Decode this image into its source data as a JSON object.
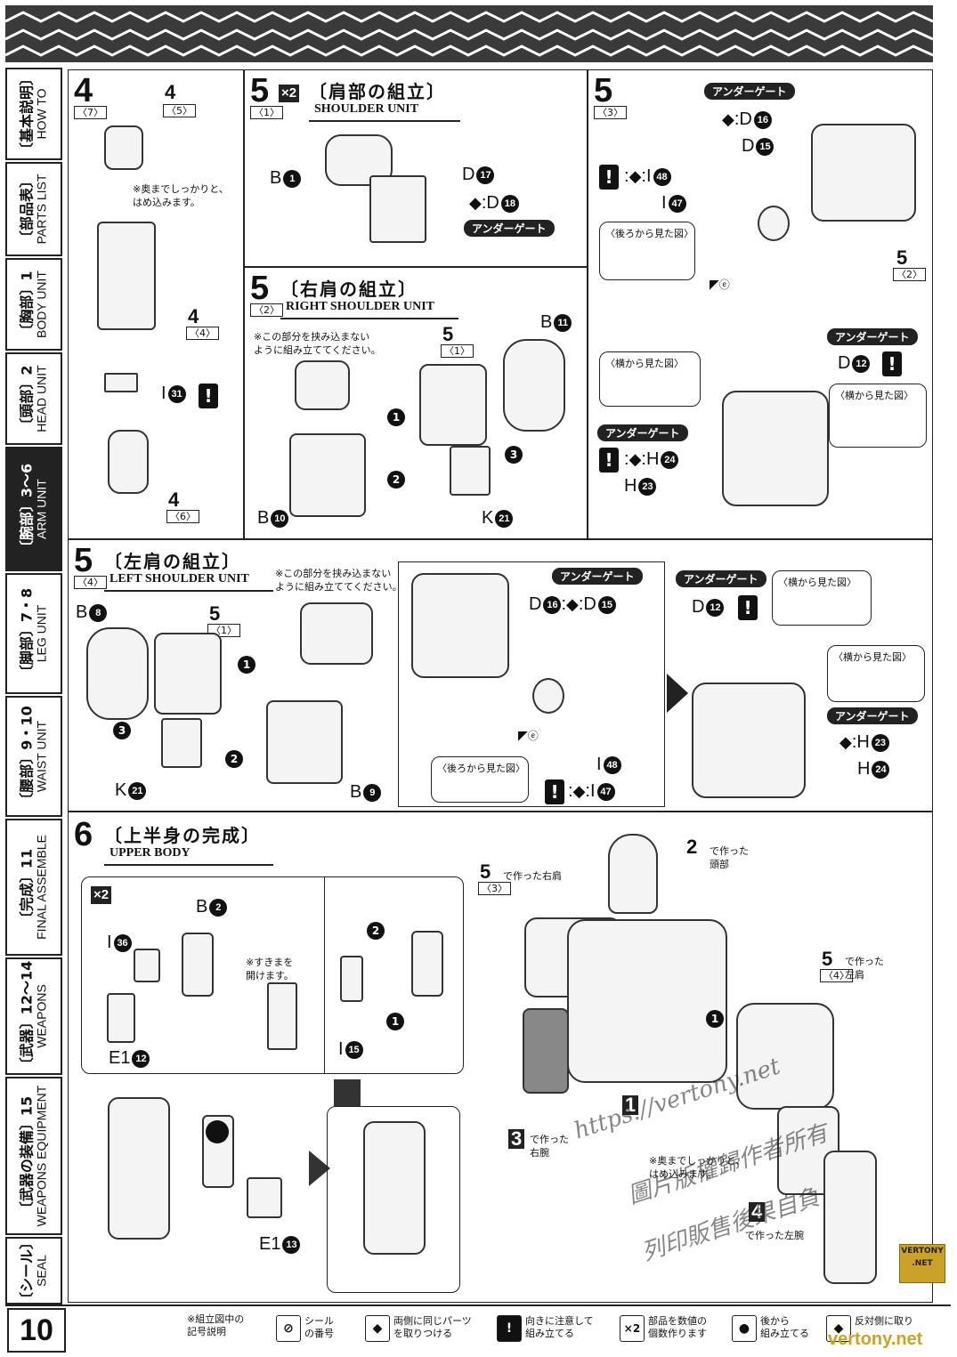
{
  "page": {
    "number": "10"
  },
  "sidebar": {
    "tabs": [
      {
        "jp": "〔基本説明〕",
        "en": "HOW TO"
      },
      {
        "jp": "〔部品表〕",
        "en": "PARTS LIST"
      },
      {
        "jp": "〔胸部〕1",
        "en": "BODY UNIT"
      },
      {
        "jp": "〔頭部〕2",
        "en": "HEAD UNIT"
      },
      {
        "jp": "〔腕部〕3〜6",
        "en": "ARM UNIT"
      },
      {
        "jp": "〔脚部〕7・8",
        "en": "LEG UNIT"
      },
      {
        "jp": "〔腰部〕9・10",
        "en": "WAIST UNIT"
      },
      {
        "jp": "〔完成〕11",
        "en": "FINAL ASSEMBLE"
      },
      {
        "jp": "〔武器〕12〜14",
        "en": "WEAPONS"
      },
      {
        "jp": "〔武器の装備〕15",
        "en": "WEAPONS EQUIPMENT"
      },
      {
        "jp": "〔シール〕",
        "en": "SEAL"
      }
    ]
  },
  "step4": {
    "num": "4",
    "sub": "〈7〉",
    "ref_top": {
      "num": "4",
      "sub": "〈5〉"
    },
    "ref_mid": {
      "num": "4",
      "sub": "〈4〉"
    },
    "ref_bot": {
      "num": "4",
      "sub": "〈6〉"
    },
    "note": "※奥までしっかりと、\nはめ込みます。",
    "part_i": "I",
    "part_i_num": "31"
  },
  "step5_1": {
    "num": "5",
    "sub": "〈1〉",
    "mult": "×2",
    "title_jp": "〔肩部の組立〕",
    "title_en": "SHOULDER UNIT",
    "b": "B",
    "b_num": "1",
    "d1": "D",
    "d1_num": "17",
    "d2": "D",
    "d2_num": "18",
    "gate": "アンダーゲート"
  },
  "step5_2": {
    "num": "5",
    "sub": "〈2〉",
    "title_jp": "〔右肩の組立〕",
    "title_en": "RIGHT SHOULDER UNIT",
    "note": "※この部分を挟み込まない\nように組み立ててください。",
    "ref": {
      "num": "5",
      "sub": "〈1〉"
    },
    "b11": "B",
    "b11_num": "11",
    "b10": "B",
    "b10_num": "10",
    "k": "K",
    "k_num": "21",
    "arrows": [
      "1",
      "2",
      "3"
    ]
  },
  "step5_3": {
    "num": "5",
    "sub": "〈3〉",
    "gate1": "アンダーゲート",
    "d16": "D",
    "d16_num": "16",
    "d15": "D",
    "d15_num": "15",
    "i48": "I",
    "i48_num": "48",
    "i47": "I",
    "i47_num": "47",
    "view_back": "〈後ろから見た図〉",
    "ref": {
      "num": "5",
      "sub": "〈2〉"
    },
    "gate2": "アンダーゲート",
    "d12": "D",
    "d12_num": "12",
    "view_side1": "〈横から見た図〉",
    "view_side2": "〈横から見た図〉",
    "gate3": "アンダーゲート",
    "h24": "H",
    "h24_num": "24",
    "h23": "H",
    "h23_num": "23"
  },
  "step5_4": {
    "num": "5",
    "sub": "〈4〉",
    "title_jp": "〔左肩の組立〕",
    "title_en": "LEFT SHOULDER UNIT",
    "note": "※この部分を挟み込まない\nように組み立ててください。",
    "ref": {
      "num": "5",
      "sub": "〈1〉"
    },
    "b8": "B",
    "b8_num": "8",
    "b9": "B",
    "b9_num": "9",
    "k": "K",
    "k_num": "21",
    "gate1": "アンダーゲート",
    "d16": "D",
    "d16_num": "16",
    "d15": "D",
    "d15_num": "15",
    "view_back": "〈後ろから見た図〉",
    "i48": "I",
    "i48_num": "48",
    "i47": "I",
    "i47_num": "47",
    "gate2": "アンダーゲート",
    "d12": "D",
    "d12_num": "12",
    "view_side1": "〈横から見た図〉",
    "view_side2": "〈横から見た図〉",
    "gate3": "アンダーゲート",
    "h23": "H",
    "h23_num": "23",
    "h24": "H",
    "h24_num": "24"
  },
  "step6": {
    "num": "6",
    "title_jp": "〔上半身の完成〕",
    "title_en": "UPPER BODY",
    "mult": "×2",
    "b2": "B",
    "b2_num": "2",
    "i36": "I",
    "i36_num": "36",
    "e12": "E1",
    "e12_num": "12",
    "gap_note": "※すきまを\n開けます。",
    "i15": "I",
    "i15_num": "15",
    "e13": "E1",
    "e13_num": "13",
    "head_ref": {
      "num": "2",
      "text": "で作った\n頭部"
    },
    "rshoulder_ref": {
      "num": "5",
      "sub": "〈3〉",
      "text": "で作った右肩"
    },
    "lshoulder_ref": {
      "num": "5",
      "sub": "〈4〉",
      "text": "で作った\n左肩"
    },
    "body_ref": {
      "num": "1"
    },
    "rarm_ref": {
      "num": "3",
      "text": "で作った\n右腕"
    },
    "larm_ref": {
      "num": "4",
      "text": "で作った左腕"
    },
    "deep_note": "※奥までしっかりと、\nはめ込みます。"
  },
  "watermark": {
    "line1": "https://vertony.net",
    "line2": "圖片版權歸作者所有",
    "line3": "列印販售後果自負",
    "logo1": "VERTONY",
    "logo2": ".NET",
    "footer_brand": "vertony.net"
  },
  "legend": {
    "title": "※組立図中の\n記号説明",
    "items": [
      {
        "icon": "⊘",
        "text": "シール\nの番号"
      },
      {
        "icon": "◆",
        "text": "両側に同じパーツ\nを取りつける"
      },
      {
        "icon": "!",
        "text": "向きに注意して\n組み立てる"
      },
      {
        "icon": "×2",
        "text": "部品を数値の\n個数作ります"
      },
      {
        "icon": "●",
        "text": "後から\n組み立てる"
      },
      {
        "icon": "◆",
        "text": "反対側に取り"
      }
    ]
  }
}
